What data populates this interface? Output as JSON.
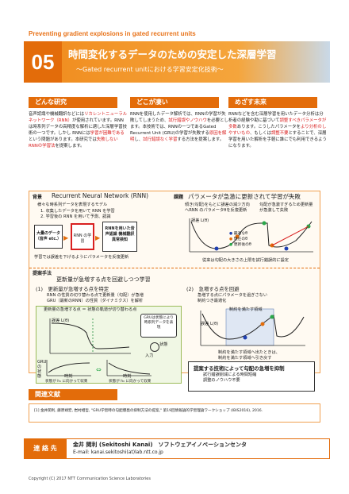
{
  "header": {
    "english_title": "Preventing gradient explosions in gated recurrent units",
    "number": "05",
    "title": "時間変化するデータのための安定した深層学習",
    "subtitle": "〜Gated recurrent unitにおける学習安定化技術〜"
  },
  "sections": {
    "what": {
      "heading": "どんな研究",
      "text_a": "音声認識や機械翻訳などには",
      "text_red_a": "リカレントニューラルネットワーク（RNN）",
      "text_b": "が使用されています。RNNは時系列データの高精度な解析に適した深層学習技術の一つです。しかし RNNには",
      "text_red_b": "学習が困難である",
      "text_c": "という問題があります。本研究では",
      "text_red_c": "失敗しないRNNの学習法",
      "text_d": "を提案します。"
    },
    "where": {
      "heading": "どこが凄い",
      "text_a": "RNNを使用したデータ解析では、RNNの学習が失敗してしまうため、",
      "text_red_a": "試行錯誤やノウハウ",
      "text_b": "を必要とします。本技術では、RNNの一つであるGated Recurrent Unit (GRU)の学習が失敗する",
      "text_red_b": "原因を解明",
      "text_c": "し、",
      "text_red_c": "試行錯誤なく学習",
      "text_d": "する方法を提案します。"
    },
    "future": {
      "heading": "めざす未来",
      "text_a": "RNNなどを含む深層学習を用いたデータ分析は分析者の経験や勘に基づいて",
      "text_red_a": "調整すべきパラメータが多数",
      "text_b": "あります。こうしたパラメータを",
      "text_red_b": "より分析のしやすいもの",
      "text_c": "、もしくは",
      "text_red_c": "調整不要",
      "text_d": "とすることで、深層学習を用いた解析を手軽に誰にでも利用できるようになります。"
    }
  },
  "panel": {
    "bg_label": "背景",
    "rnn_title": "Recurrent Neural Network (RNN)",
    "rnn_desc": "様々な時系列データを表現するモデル",
    "step1": "1. 収集したデータを用いて RNN を学習",
    "step2": "2. 学習後の RNN を用いて予測、認識",
    "data_box": "大量のデータ（音声 etc.）",
    "rnn_box": "RNN の学習",
    "app_box": "RNNを用いた音声認識 機械翻訳 異常検知",
    "bg_note": "学習では誤差を下げるようにパラメータを反復更新",
    "problem_label": "課題",
    "problem_title": "パラメータが急激に更新されて学習が失敗",
    "problem_note1": "傾き(勾配)をもとに誤差の減少方向へRNN のパラメータθを反復更新",
    "problem_note2": "勾配が急激すぎるため更新量が急激して失敗",
    "error_label": "誤差 L(θ)",
    "legend_opt": "最適なθ",
    "legend_cur": "現在のθ",
    "legend_new": "更新後のθ",
    "problem_foot": "従来は勾配の大きさの上限を試行錯誤的に設定",
    "method_label": "提案手法",
    "method_title": "更新量が急増する点を回避しつつ学習",
    "m1_title": "(1)　更新量が急増する点を特定",
    "m1_desc1": "RNN の性質の切り替わる点で更新量（勾配）が急増",
    "m1_desc2": "GRU（最新のRNN）の性質（ダイナミクス）を解析",
    "m1_box": "更新量の急増する点 ＝ 状態の軌道が切り替わる点",
    "m2_title": "(2)　急増する点を回避",
    "m2_desc1": "急増する点にパラメータを過ぎさない",
    "m2_desc2": "制約つき最適化",
    "constraint_lbl": "制約を満たす領域",
    "state_label": "GRUは状態により時系列データを表現",
    "state_lbl": "状態",
    "input_lbl": "入力",
    "gru_state": "GRUの状態",
    "time_lbl": "時刻",
    "conv_a": "状態が h₁ に向かって収束",
    "conv_b": "状態が h₀ に向かって収束",
    "m2_note1": "制約を満たす領域へ出たときは、",
    "m2_note2": "制約を満たす領域へ引き戻す",
    "result_title": "提案する技術によって勾配の急増を抑制",
    "result1": "試行錯誤削減による時間短縮",
    "result2": "調整のノウハウ不要"
  },
  "refs": {
    "heading": "関連文献",
    "text": "[1] 金井関利, 藤原靖宏, 岩村相哲, \"GRU学習時の勾配爆発の抑制方法の提案,\" 第19回情報論的学習理論ワークショップ (IBIS2016), 2016."
  },
  "contact": {
    "label": "連 絡 先",
    "name": "金井 関利 (Sekitoshi Kanai)　ソフトウェアイノベーションセンタ",
    "email": "E-mail: kanai.sekitoshi(at)lab.ntt.co.jp"
  },
  "footer": {
    "copyright": "Copyright (C) 2017 NTT Communication Science Laboratories"
  }
}
